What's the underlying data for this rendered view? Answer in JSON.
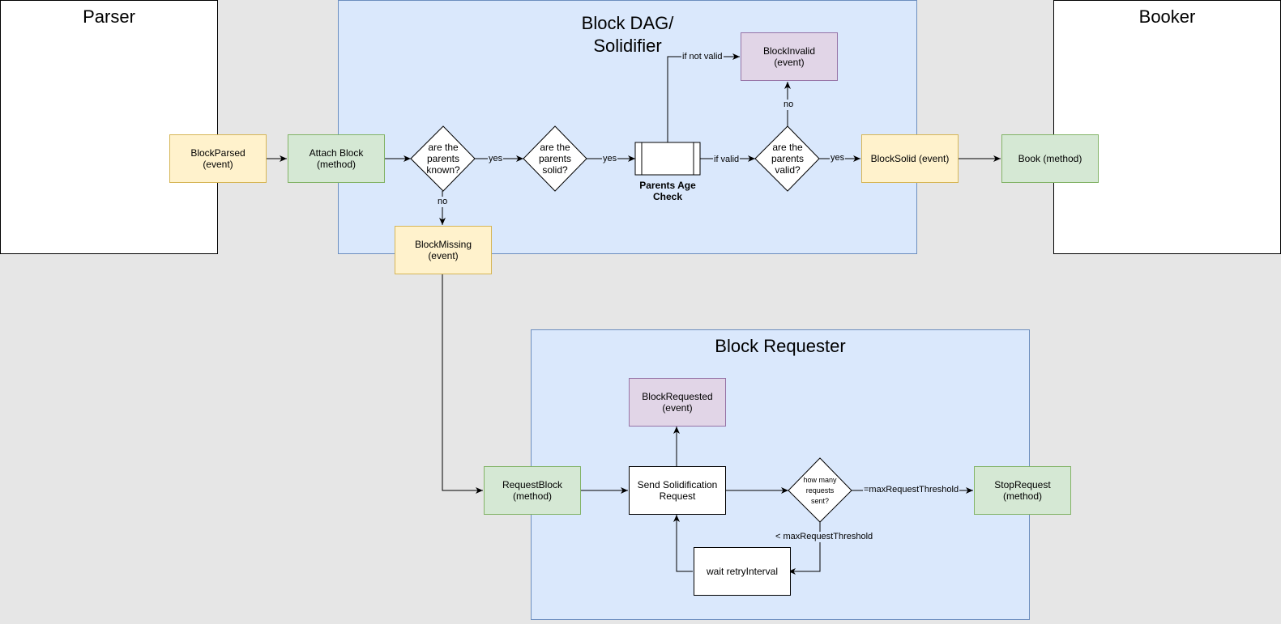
{
  "panels": {
    "parser": "Parser",
    "block_dag": "Block DAG/\nSolidifier",
    "booker": "Booker",
    "block_requester": "Block Requester"
  },
  "nodes": {
    "block_parsed": "BlockParsed\n(event)",
    "attach_block": "Attach Block\n(method)",
    "parents_known": "are the\nparents\nknown?",
    "parents_solid": "are the\nparents\nsolid?",
    "parents_age_check": "Parents Age\nCheck",
    "parents_valid": "are the\nparents\nvalid?",
    "block_invalid": "BlockInvalid\n(event)",
    "block_solid": "BlockSolid (event)",
    "book": "Book (method)",
    "block_missing": "BlockMissing\n(event)",
    "block_requested": "BlockRequested\n(event)",
    "request_block": "RequestBlock\n(method)",
    "send_request": "Send Solidification\nRequest",
    "how_many": "how many\nrequests\nsent?",
    "stop_request": "StopRequest\n(method)",
    "wait_retry": "wait retryInterval"
  },
  "edge_labels": {
    "known_yes": "yes",
    "solid_yes": "yes",
    "known_no": "no",
    "if_valid": "if valid",
    "if_not_valid": "if not valid",
    "valid_no": "no",
    "valid_yes": "yes",
    "max_threshold": "=maxRequestThreshold",
    "lt_threshold": "< maxRequestThreshold"
  }
}
